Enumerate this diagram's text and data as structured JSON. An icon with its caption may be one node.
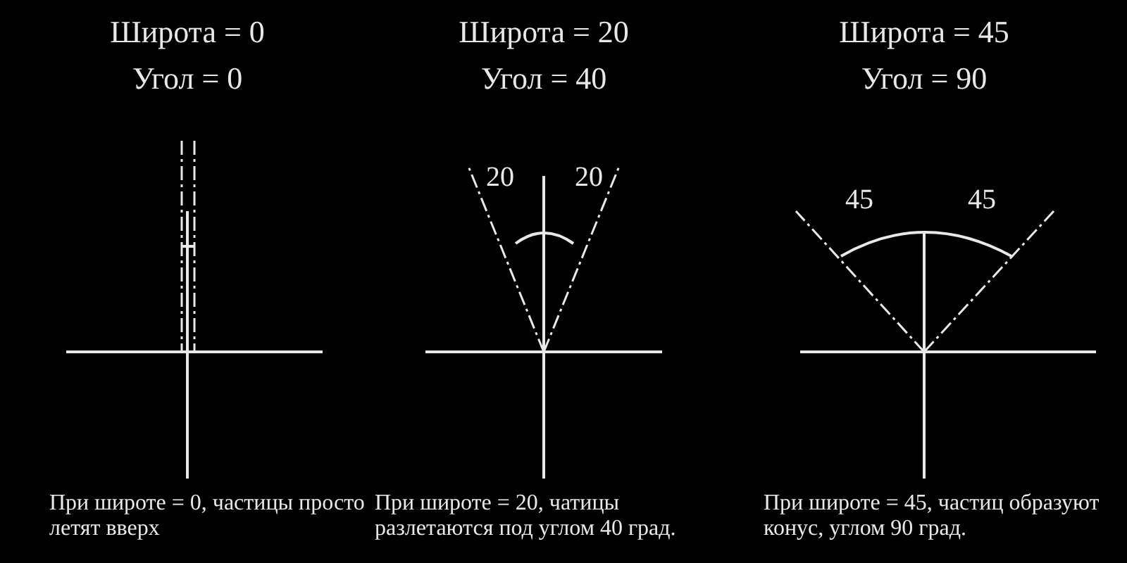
{
  "diagram": {
    "labels": [
      "Широта = 0",
      "Угол = 0",
      "Широта = 20",
      "Угол = 40",
      "Широта = 45",
      "Угол = 90",
      "20",
      "20",
      "45",
      "45",
      "При широте = 0, частицы просто летят вверх",
      "При широте = 20, чатицы разлетаются под углом 40 град.",
      "При широте = 45, частиц образуют конус, углом 90 град."
    ]
  }
}
